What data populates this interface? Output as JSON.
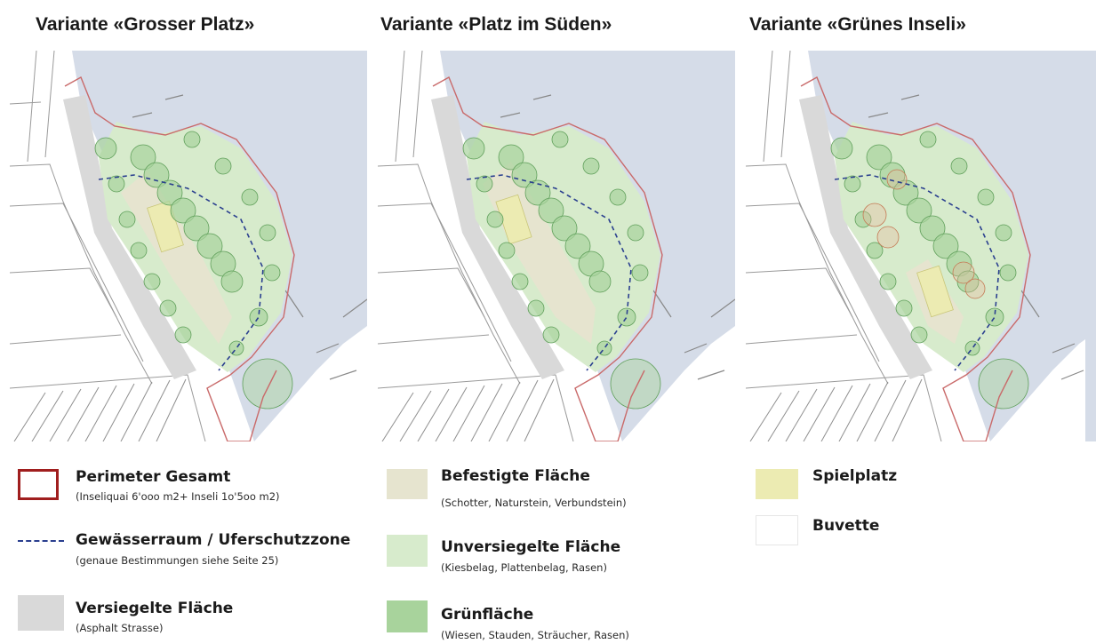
{
  "variants": [
    {
      "title": "Variante «Grosser Platz»"
    },
    {
      "title": "Variante «Platz im Süden»"
    },
    {
      "title": "Variante «Grünes Inseli»"
    }
  ],
  "legend": {
    "perimeter": {
      "label": "Perimeter Gesamt",
      "sub": "(Inseliquai 6'ooo m2+ Inseli 1o'5oo m2)",
      "color": "#a01e1e"
    },
    "gewaesser": {
      "label": "Gewässerraum / Uferschutzzone",
      "sub": "(genaue Bestimmungen siehe Seite 25)",
      "color": "#2a3f8f"
    },
    "versiegelt": {
      "label": "Versiegelte Fläche",
      "sub": "(Asphalt Strasse)",
      "color": "#d9d9d9"
    },
    "befestigt": {
      "label": "Befestigte Fläche",
      "sub": "(Schotter, Naturstein, Verbundstein)",
      "color": "#e6e4cf"
    },
    "unversiegelt": {
      "label": "Unversiegelte Fläche",
      "sub": "(Kiesbelag, Plattenbelag, Rasen)",
      "color": "#d7ebcc"
    },
    "gruen": {
      "label": "Grünfläche",
      "sub": "(Wiesen, Stauden, Sträucher, Rasen)",
      "color": "#a8d39c"
    },
    "spielplatz": {
      "label": "Spielplatz",
      "color": "#ecebb2"
    },
    "buvette": {
      "label": "Buvette",
      "color": "#ffffff"
    }
  },
  "colors": {
    "water": "#d5dce8",
    "land": "#ffffff",
    "line": "#9a9a9a",
    "tree": "#6fb46a"
  }
}
